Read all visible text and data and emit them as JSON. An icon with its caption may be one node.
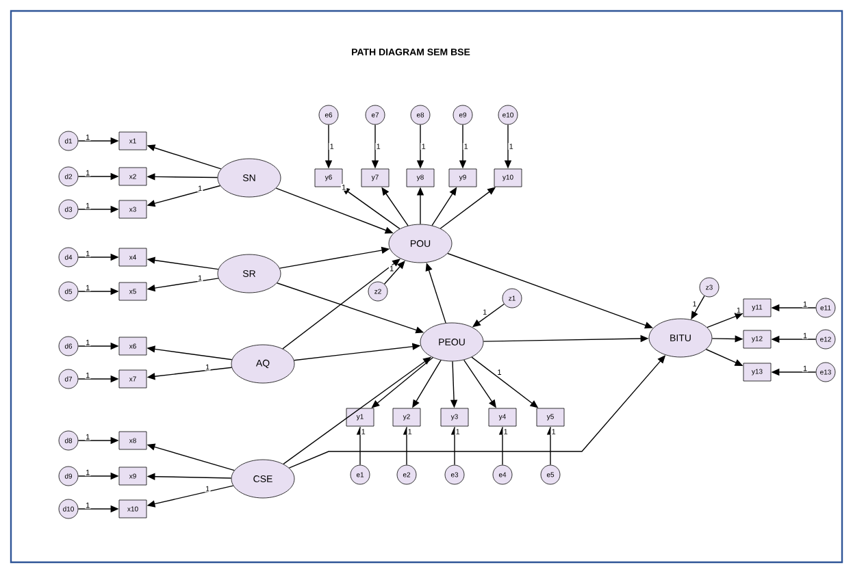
{
  "diagram": {
    "title": "PATH DIAGRAM SEM BSE",
    "nodes": [
      {
        "text": [
          "d1"
        ]
      },
      {
        "text": [
          "d2"
        ]
      },
      {
        "text": [
          "d3"
        ]
      },
      {
        "text": [
          "d4"
        ]
      },
      {
        "text": [
          "d5"
        ]
      },
      {
        "text": [
          "d6"
        ]
      },
      {
        "text": [
          "d7"
        ]
      },
      {
        "text": [
          "d8"
        ]
      },
      {
        "text": [
          "d9"
        ]
      },
      {
        "text": [
          "d10"
        ]
      },
      {
        "text": [
          "x1"
        ]
      },
      {
        "text": [
          "x2"
        ]
      },
      {
        "text": [
          "x3"
        ]
      },
      {
        "text": [
          "x4"
        ]
      },
      {
        "text": [
          "x5"
        ]
      },
      {
        "text": [
          "x6"
        ]
      },
      {
        "text": [
          "x7"
        ]
      },
      {
        "text": [
          "x8"
        ]
      },
      {
        "text": [
          "x9"
        ]
      },
      {
        "text": [
          "x10"
        ]
      },
      {
        "text": [
          "SN"
        ]
      },
      {
        "text": [
          "SR"
        ]
      },
      {
        "text": [
          "AQ"
        ]
      },
      {
        "text": [
          "CSE"
        ]
      },
      {
        "text": [
          "e6"
        ]
      },
      {
        "text": [
          "e7"
        ]
      },
      {
        "text": [
          "e8"
        ]
      },
      {
        "text": [
          "e9"
        ]
      },
      {
        "text": [
          "e10"
        ]
      },
      {
        "text": [
          "y6"
        ]
      },
      {
        "text": [
          "y7"
        ]
      },
      {
        "text": [
          "y8"
        ]
      },
      {
        "text": [
          "y9"
        ]
      },
      {
        "text": [
          "y10"
        ]
      },
      {
        "text": [
          "POU"
        ]
      },
      {
        "text": [
          "z2"
        ]
      },
      {
        "text": [
          "z1"
        ]
      },
      {
        "text": [
          "PEOU"
        ]
      },
      {
        "text": [
          "y1"
        ]
      },
      {
        "text": [
          "y2"
        ]
      },
      {
        "text": [
          "y3"
        ]
      },
      {
        "text": [
          "y4"
        ]
      },
      {
        "text": [
          "y5"
        ]
      },
      {
        "text": [
          "e1"
        ]
      },
      {
        "text": [
          "e2"
        ]
      },
      {
        "text": [
          "e3"
        ]
      },
      {
        "text": [
          "e4"
        ]
      },
      {
        "text": [
          "e5"
        ]
      },
      {
        "text": [
          "z3"
        ]
      },
      {
        "text": [
          "BITU"
        ]
      },
      {
        "text": [
          "y11"
        ]
      },
      {
        "text": [
          "y12"
        ]
      },
      {
        "text": [
          "y13"
        ]
      },
      {
        "text": [
          "e11"
        ]
      },
      {
        "text": [
          "e12"
        ]
      },
      {
        "text": [
          "e13"
        ]
      }
    ],
    "edges": [
      {
        "from": 0,
        "to": 10,
        "arrow": "to",
        "label": "1"
      },
      {
        "from": 1,
        "to": 11,
        "arrow": "to",
        "label": "1"
      },
      {
        "from": 2,
        "to": 12,
        "arrow": "to",
        "label": "1"
      },
      {
        "from": 3,
        "to": 13,
        "arrow": "to",
        "label": "1"
      },
      {
        "from": 4,
        "to": 14,
        "arrow": "to",
        "label": "1"
      },
      {
        "from": 5,
        "to": 15,
        "arrow": "to",
        "label": "1"
      },
      {
        "from": 6,
        "to": 16,
        "arrow": "to",
        "label": "1"
      },
      {
        "from": 7,
        "to": 17,
        "arrow": "to",
        "label": "1"
      },
      {
        "from": 8,
        "to": 18,
        "arrow": "to",
        "label": "1"
      },
      {
        "from": 9,
        "to": 19,
        "arrow": "to",
        "label": "1"
      },
      {
        "from": 20,
        "to": 10,
        "arrow": "to"
      },
      {
        "from": 20,
        "to": 11,
        "arrow": "to"
      },
      {
        "from": 20,
        "to": 12,
        "arrow": "to",
        "label": "1"
      },
      {
        "from": 21,
        "to": 13,
        "arrow": "to"
      },
      {
        "from": 21,
        "to": 14,
        "arrow": "to",
        "label": "1"
      },
      {
        "from": 22,
        "to": 15,
        "arrow": "to"
      },
      {
        "from": 22,
        "to": 16,
        "arrow": "to",
        "label": "1"
      },
      {
        "from": 23,
        "to": 17,
        "arrow": "to"
      },
      {
        "from": 23,
        "to": 18,
        "arrow": "to"
      },
      {
        "from": 23,
        "to": 19,
        "arrow": "to",
        "label": "1"
      },
      {
        "from": 24,
        "to": 29,
        "arrow": "to",
        "label": "1"
      },
      {
        "from": 25,
        "to": 30,
        "arrow": "to",
        "label": "1"
      },
      {
        "from": 26,
        "to": 31,
        "arrow": "to",
        "label": "1"
      },
      {
        "from": 27,
        "to": 32,
        "arrow": "to",
        "label": "1"
      },
      {
        "from": 28,
        "to": 33,
        "arrow": "to",
        "label": "1"
      },
      {
        "from": 34,
        "to": 29,
        "arrow": "to",
        "label": "1"
      },
      {
        "from": 34,
        "to": 30,
        "arrow": "to"
      },
      {
        "from": 34,
        "to": 31,
        "arrow": "to"
      },
      {
        "from": 34,
        "to": 32,
        "arrow": "to"
      },
      {
        "from": 34,
        "to": 33,
        "arrow": "to"
      },
      {
        "from": 20,
        "to": 34,
        "arrow": "to"
      },
      {
        "from": 21,
        "to": 34,
        "arrow": "to"
      },
      {
        "from": 21,
        "to": 37,
        "arrow": "to"
      },
      {
        "from": 22,
        "to": 34,
        "arrow": "to"
      },
      {
        "from": 22,
        "to": 37,
        "arrow": "to"
      },
      {
        "from": 23,
        "to": 37,
        "arrow": "to"
      },
      {
        "from": 23,
        "to": 49,
        "arrow": "to"
      },
      {
        "from": 37,
        "to": 34,
        "arrow": "to"
      },
      {
        "from": 35,
        "to": 34,
        "arrow": "to",
        "label": "1"
      },
      {
        "from": 36,
        "to": 37,
        "arrow": "to",
        "label": "1"
      },
      {
        "from": 37,
        "to": 38,
        "arrow": "to"
      },
      {
        "from": 37,
        "to": 39,
        "arrow": "to"
      },
      {
        "from": 37,
        "to": 40,
        "arrow": "to"
      },
      {
        "from": 37,
        "to": 41,
        "arrow": "to"
      },
      {
        "from": 37,
        "to": 42,
        "arrow": "to",
        "label": "1"
      },
      {
        "from": 43,
        "to": 38,
        "arrow": "to",
        "label": "1"
      },
      {
        "from": 44,
        "to": 39,
        "arrow": "to",
        "label": "1"
      },
      {
        "from": 45,
        "to": 40,
        "arrow": "to",
        "label": "1"
      },
      {
        "from": 46,
        "to": 41,
        "arrow": "to",
        "label": "1"
      },
      {
        "from": 47,
        "to": 42,
        "arrow": "to",
        "label": "1"
      },
      {
        "from": 34,
        "to": 49,
        "arrow": "to"
      },
      {
        "from": 37,
        "to": 49,
        "arrow": "to"
      },
      {
        "from": 48,
        "to": 49,
        "arrow": "to",
        "label": "1"
      },
      {
        "from": 49,
        "to": 50,
        "arrow": "to",
        "label": "1"
      },
      {
        "from": 49,
        "to": 51,
        "arrow": "to"
      },
      {
        "from": 49,
        "to": 52,
        "arrow": "to"
      },
      {
        "from": 53,
        "to": 50,
        "arrow": "to",
        "label": "1"
      },
      {
        "from": 54,
        "to": 51,
        "arrow": "to",
        "label": "1"
      },
      {
        "from": 55,
        "to": 52,
        "arrow": "to",
        "label": "1"
      }
    ]
  }
}
